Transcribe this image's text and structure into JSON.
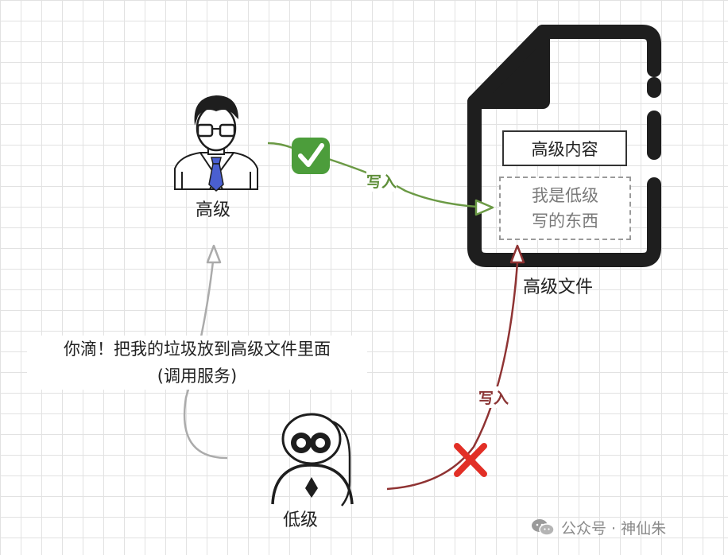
{
  "nodes": {
    "high_user": {
      "label": "高级"
    },
    "low_user": {
      "label": "低级"
    },
    "file": {
      "label": "高级文件",
      "high_content": "高级内容",
      "low_content_lines": [
        "我是低级",
        "写的东西"
      ]
    }
  },
  "edges": {
    "high_to_file": {
      "label": "写入",
      "color": "#6b9a45",
      "status_icon": "check-icon"
    },
    "low_to_file": {
      "label": "写入",
      "color": "#8f3333",
      "status_icon": "cross-icon"
    },
    "low_to_high": {
      "color": "#ababab",
      "callout_lines": [
        "你滴！把我的垃圾放到高级文件里面",
        "(调用服务)"
      ]
    }
  },
  "watermark": {
    "icon": "wechat-icon",
    "text": "公众号 · 神仙朱"
  }
}
